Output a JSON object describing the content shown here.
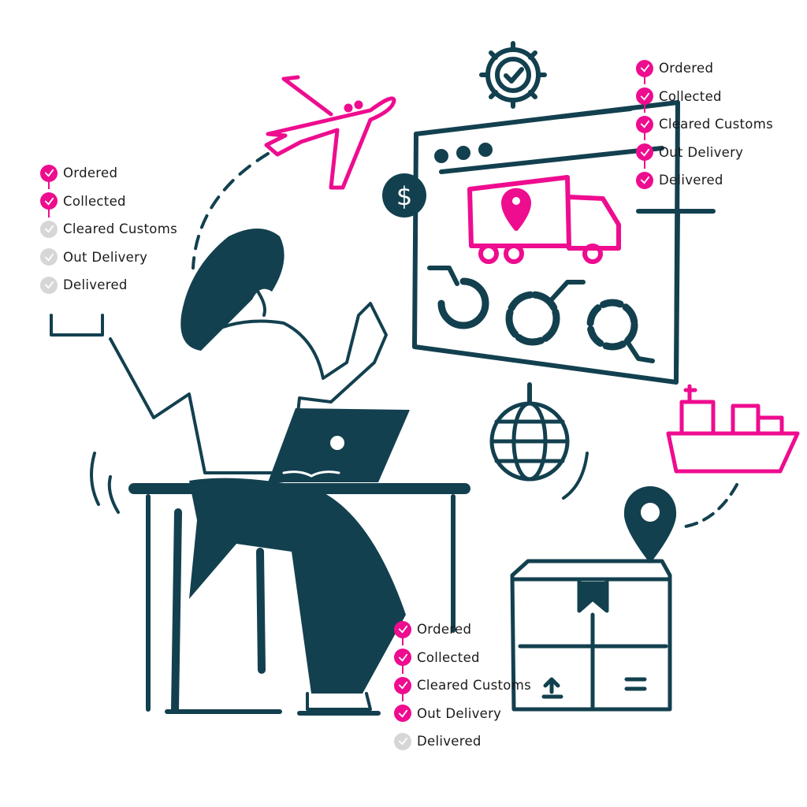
{
  "colors": {
    "accent": "#ee0c8f",
    "dark": "#13404f",
    "pending": "#d6d6d6"
  },
  "trackers": [
    {
      "name": "left",
      "steps": [
        {
          "label": "Ordered",
          "done": true
        },
        {
          "label": "Collected",
          "done": true
        },
        {
          "label": "Cleared Customs",
          "done": false
        },
        {
          "label": "Out Delivery",
          "done": false
        },
        {
          "label": "Delivered",
          "done": false
        }
      ]
    },
    {
      "name": "top-right",
      "steps": [
        {
          "label": "Ordered",
          "done": true
        },
        {
          "label": "Collected",
          "done": true
        },
        {
          "label": "Cleared Customs",
          "done": true
        },
        {
          "label": "Out Delivery",
          "done": true
        },
        {
          "label": "Delivered",
          "done": true
        }
      ]
    },
    {
      "name": "bottom",
      "steps": [
        {
          "label": "Ordered",
          "done": true
        },
        {
          "label": "Collected",
          "done": true
        },
        {
          "label": "Cleared Customs",
          "done": true
        },
        {
          "label": "Out Delivery",
          "done": true
        },
        {
          "label": "Delivered",
          "done": false
        }
      ]
    }
  ],
  "icons": [
    "airplane-icon",
    "gear-check-icon",
    "dollar-icon",
    "truck-location-icon",
    "globe-icon",
    "ship-icon",
    "location-pin-icon",
    "package-icon",
    "laptop-icon"
  ]
}
